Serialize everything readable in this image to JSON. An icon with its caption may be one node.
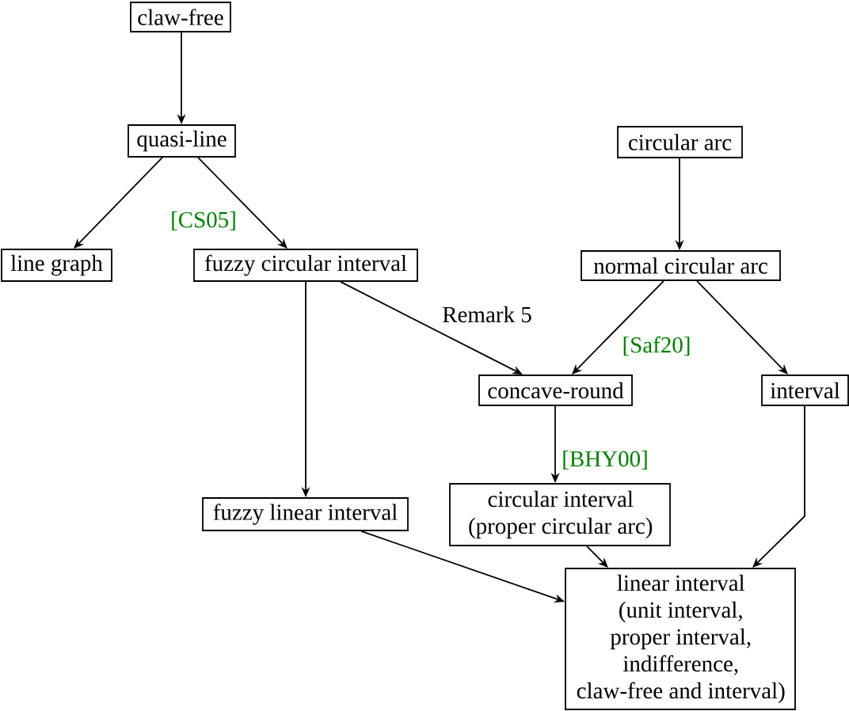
{
  "diagram": {
    "nodes": [
      {
        "text": [
          "claw-free"
        ]
      },
      {
        "text": [
          "quasi-line"
        ]
      },
      {
        "text": [
          "circular arc"
        ]
      },
      {
        "text": [
          "line graph"
        ]
      },
      {
        "text": [
          "fuzzy circular interval"
        ]
      },
      {
        "text": [
          "normal circular arc"
        ]
      },
      {
        "text": [
          "concave-round"
        ]
      },
      {
        "text": [
          "interval"
        ]
      },
      {
        "text": [
          "fuzzy linear interval"
        ]
      },
      {
        "text": [
          "circular interval (proper circular arc)"
        ]
      },
      {
        "text": [
          "linear interval (unit interval, proper interval, indifference, claw-free and interval)"
        ]
      }
    ],
    "edges": [
      {
        "from": 0,
        "to": 1,
        "arrow": "to"
      },
      {
        "from": 1,
        "to": 3,
        "arrow": "to"
      },
      {
        "from": 1,
        "to": 4,
        "arrow": "to",
        "label": "[CS05]"
      },
      {
        "from": 2,
        "to": 5,
        "arrow": "to"
      },
      {
        "from": 4,
        "to": 8,
        "arrow": "to"
      },
      {
        "from": 4,
        "to": 6,
        "arrow": "to",
        "label": "Remark 5"
      },
      {
        "from": 5,
        "to": 6,
        "arrow": "to",
        "label": "[Saf20]"
      },
      {
        "from": 5,
        "to": 7,
        "arrow": "to"
      },
      {
        "from": 6,
        "to": 9,
        "arrow": "to",
        "label": "[BHY00]"
      },
      {
        "from": 8,
        "to": 10,
        "arrow": "to"
      },
      {
        "from": 9,
        "to": 10,
        "arrow": "to"
      },
      {
        "from": 7,
        "to": 10,
        "arrow": "to"
      }
    ]
  }
}
